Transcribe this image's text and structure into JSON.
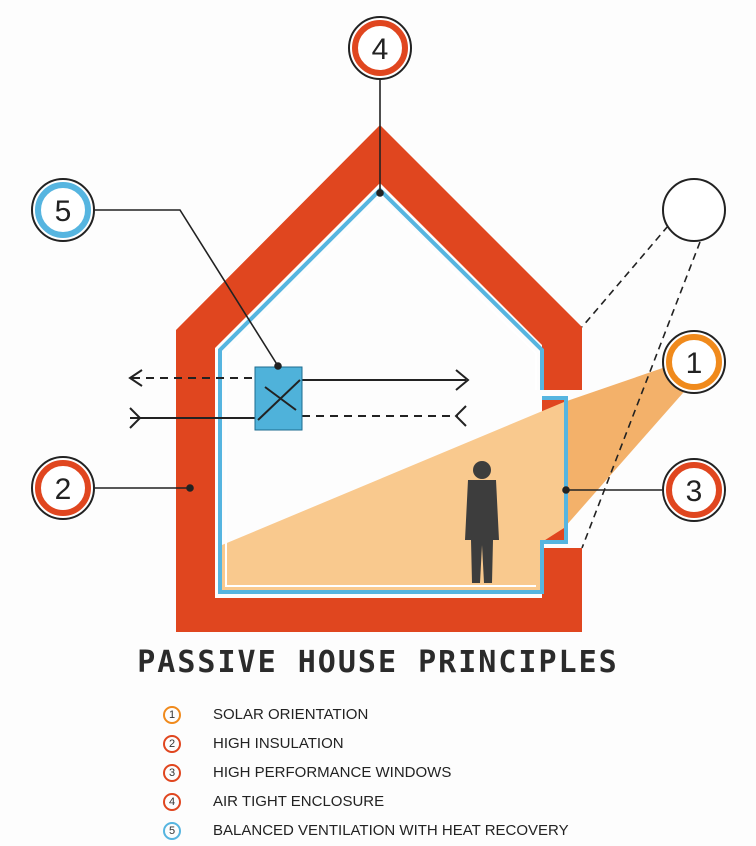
{
  "title": "PASSIVE HOUSE PRINCIPLES",
  "colors": {
    "insulation": "#e0461f",
    "airtight": "#56b5e0",
    "solar": "#f08a1c",
    "light": "#f9c98e",
    "ventilation_unit": "#4fb2da",
    "person": "#3d3d3d"
  },
  "callouts": [
    {
      "number": "1",
      "color": "#f08a1c"
    },
    {
      "number": "2",
      "color": "#e0461f"
    },
    {
      "number": "3",
      "color": "#e0461f"
    },
    {
      "number": "4",
      "color": "#e0461f"
    },
    {
      "number": "5",
      "color": "#56b5e0"
    }
  ],
  "legend": [
    {
      "number": "1",
      "label": "SOLAR ORIENTATION",
      "color": "#f08a1c"
    },
    {
      "number": "2",
      "label": "HIGH INSULATION",
      "color": "#e0461f"
    },
    {
      "number": "3",
      "label": "HIGH PERFORMANCE WINDOWS",
      "color": "#e0461f"
    },
    {
      "number": "4",
      "label": "AIR TIGHT ENCLOSURE",
      "color": "#e0461f"
    },
    {
      "number": "5",
      "label": "BALANCED VENTILATION WITH HEAT RECOVERY",
      "color": "#56b5e0"
    }
  ]
}
